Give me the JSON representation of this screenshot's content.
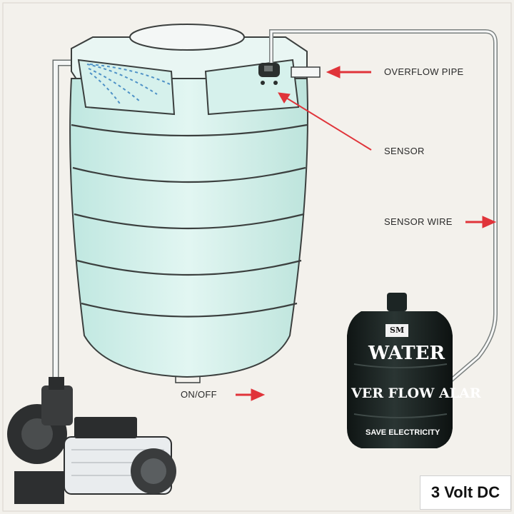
{
  "labels": {
    "overflow_pipe": "OVERFLOW PIPE",
    "sensor": "SENSOR",
    "sensor_wire": "SENSOR WIRE",
    "on_off": "ON/OFF"
  },
  "alarm": {
    "brand": "SM",
    "line1": "WATER",
    "line2": "VER FLOW ALAR",
    "tagline": "SAVE ELECTRICITY"
  },
  "voltage": "3 Volt DC",
  "colors": {
    "tank": "#cfeee8",
    "tank_outline": "#3b3f3e",
    "arrow": "#e0343a",
    "alarm_body": "#1c2524",
    "background": "#f3f1ec"
  }
}
